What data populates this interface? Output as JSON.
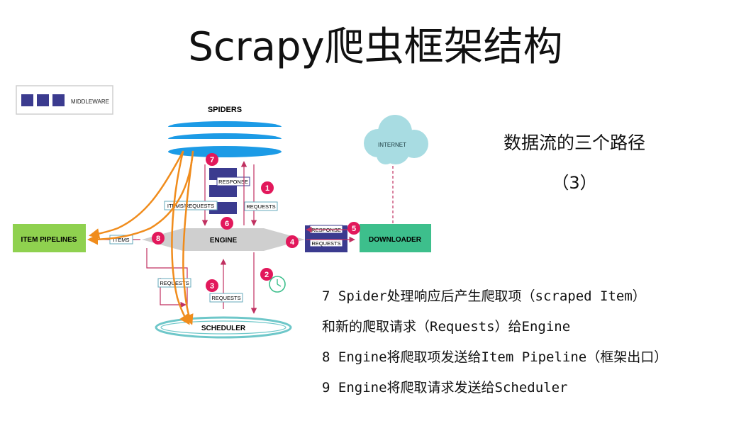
{
  "title": "Scrapy爬虫框架结构",
  "subtitle": "数据流的三个路径",
  "subnum": "（3）",
  "notes": [
    "7 Spider处理响应后产生爬取项（scraped Item）",
    "和新的爬取请求（Requests）给Engine",
    "8 Engine将爬取项发送给Item Pipeline（框架出口）",
    "9 Engine将爬取请求发送给Scheduler"
  ],
  "diagram": {
    "legend": "MIDDLEWARE",
    "spiders": "SPIDERS",
    "internet": "INTERNET",
    "item_pipelines": "ITEM PIPELINES",
    "engine": "ENGINE",
    "downloader": "DOWNLOADER",
    "scheduler": "SCHEDULER",
    "response_top": "RESPONSE",
    "items_requests": "ITEMS/REQUESTS",
    "requests_top": "REQUESTS",
    "items": "ITEMS",
    "response_right": "RESPONSE",
    "requests_right": "REQUESTS",
    "requests_left": "REQUESTS",
    "requests_mid": "REQUESTS",
    "steps": [
      "7",
      "1",
      "6",
      "8",
      "4",
      "5",
      "2",
      "3"
    ]
  },
  "colors": {
    "middleware": "#3b3b8f",
    "step": "#e2185b",
    "arrow": "#c03060",
    "orange": "#f08c1c",
    "pipelines": "#8fd14f",
    "downloader": "#3dbf8c",
    "cloud": "#a8dce2",
    "scheduler": "#6ec7c9"
  }
}
